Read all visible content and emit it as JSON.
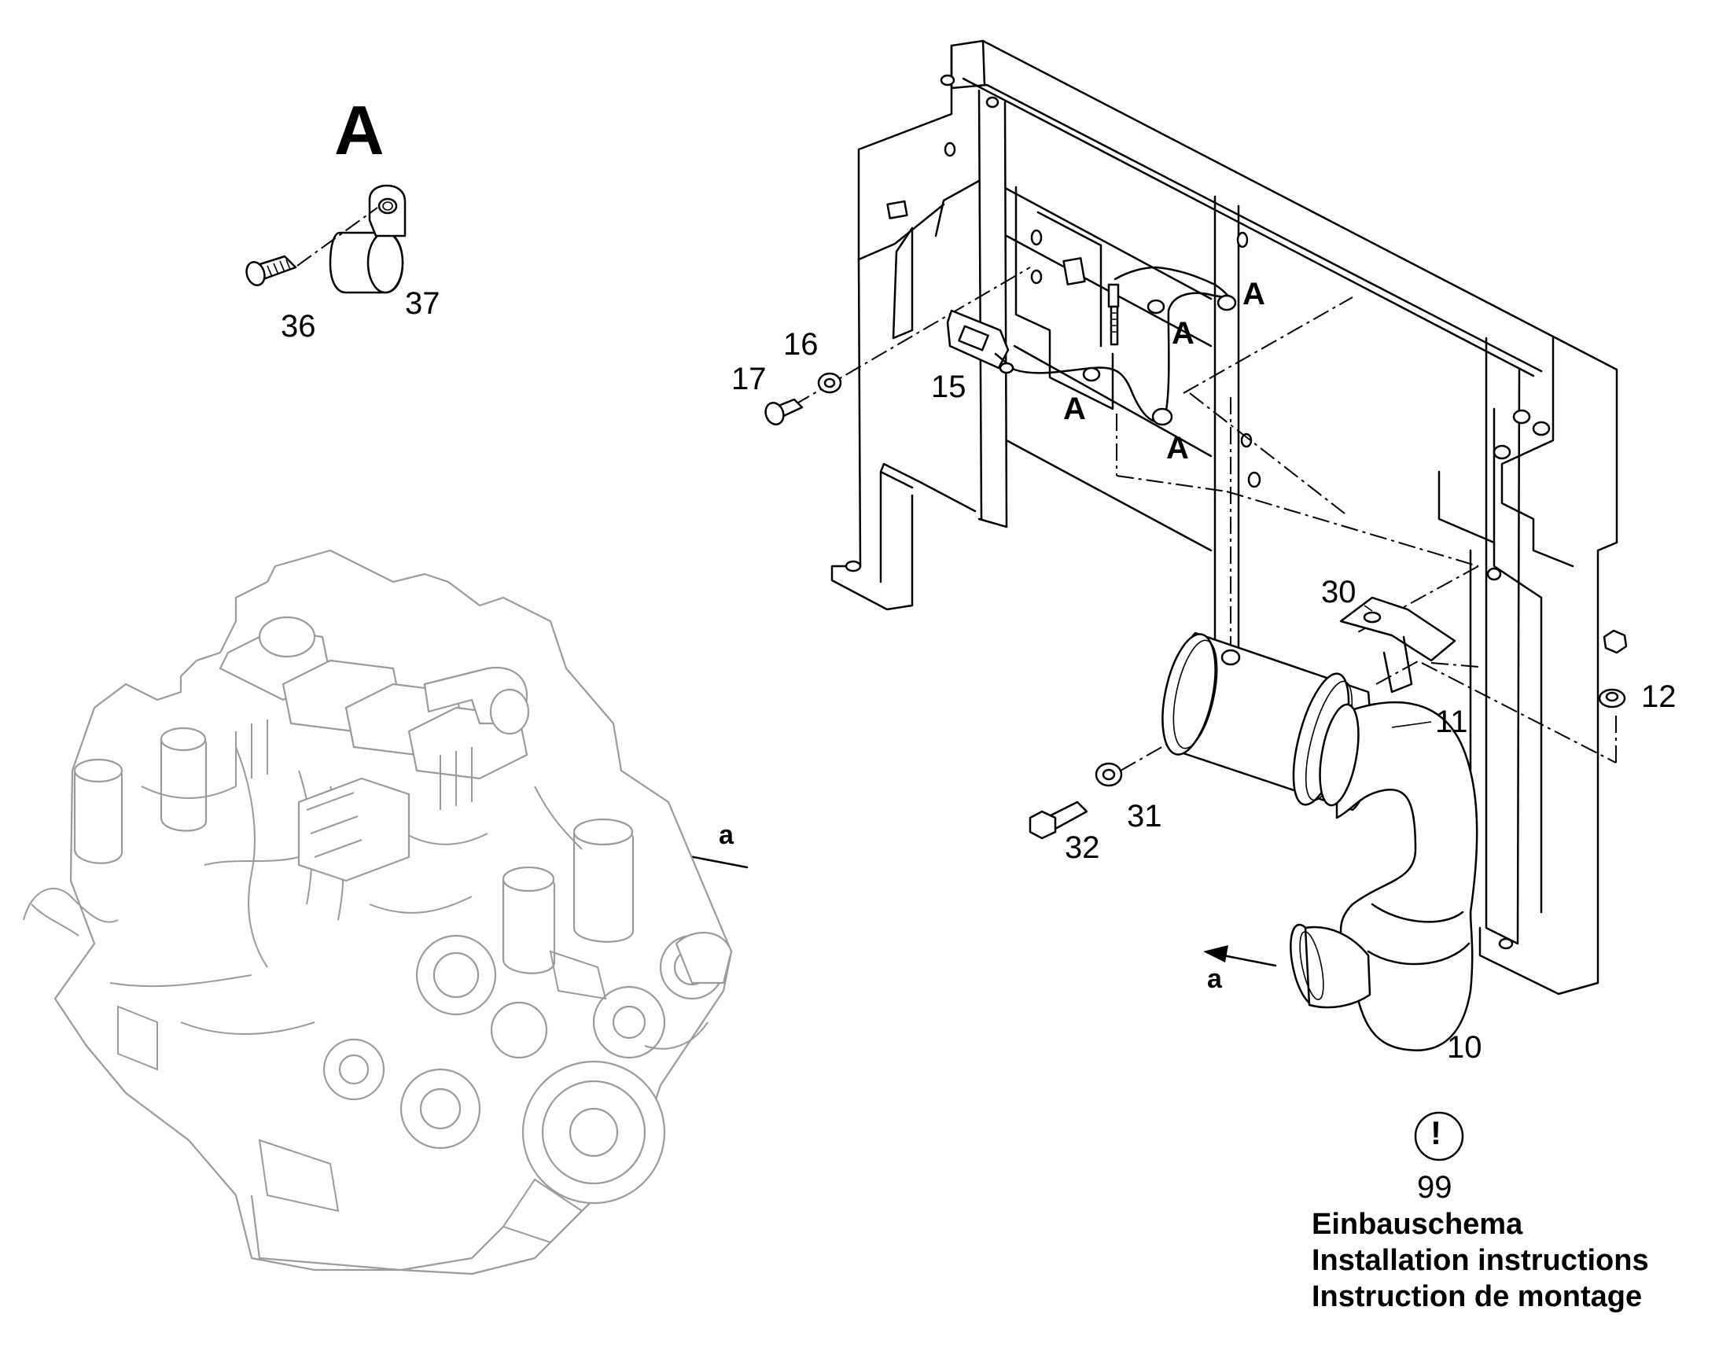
{
  "detail": {
    "title": "A",
    "items": [
      "36",
      "37"
    ]
  },
  "callouts": {
    "p10": "10",
    "p11": "11",
    "p12": "12",
    "p15": "15",
    "p16": "16",
    "p17": "17",
    "p30": "30",
    "p31": "31",
    "p32": "32",
    "p36": "36",
    "p37": "37",
    "p99": "99"
  },
  "detail_refs": [
    "A",
    "A",
    "A",
    "A"
  ],
  "view_arrows": [
    "a",
    "a"
  ],
  "note": {
    "symbol": "!",
    "number": "99",
    "lines": [
      "Einbauschema",
      "Installation instructions",
      "Instruction de montage"
    ]
  },
  "colors": {
    "line": "#000000",
    "engine": "#9a9a9a",
    "background": "#ffffff"
  }
}
